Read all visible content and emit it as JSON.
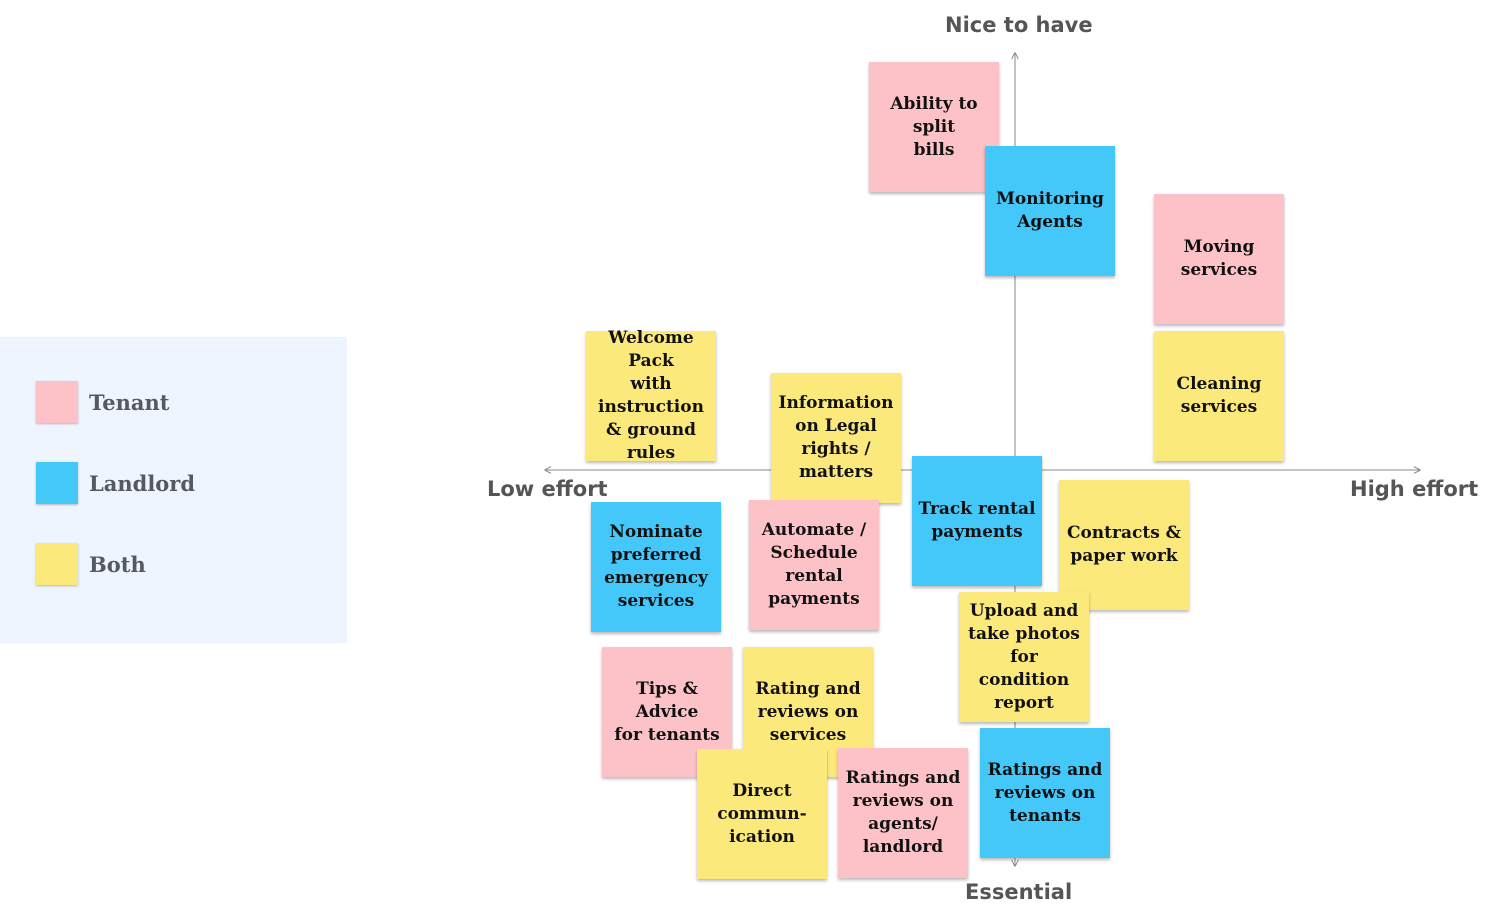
{
  "axes": {
    "top": "Nice to have",
    "bottom": "Essential",
    "left": "Low effort",
    "right": "High effort"
  },
  "colors": {
    "tenant": "#fdc2c7",
    "landlord": "#44c8f9",
    "both": "#fce97c",
    "legend_bg": "#eef5ff",
    "axis_line": "#888888"
  },
  "legend": {
    "items": [
      {
        "label": "Tenant",
        "category": "tenant"
      },
      {
        "label": "Landlord",
        "category": "landlord"
      },
      {
        "label": "Both",
        "category": "both"
      }
    ]
  },
  "notes": [
    {
      "text": "Ability to split\nbills",
      "category": "tenant"
    },
    {
      "text": "Monitoring\nAgents",
      "category": "landlord"
    },
    {
      "text": "Moving\nservices",
      "category": "tenant"
    },
    {
      "text": "Cleaning\nservices",
      "category": "both"
    },
    {
      "text": "Welcome Pack\nwith\ninstruction\n& ground\nrules",
      "category": "both"
    },
    {
      "text": "Information\non Legal\nrights /\nmatters",
      "category": "both"
    },
    {
      "text": "Track rental\npayments",
      "category": "landlord"
    },
    {
      "text": "Contracts &\npaper work",
      "category": "both"
    },
    {
      "text": "Nominate\npreferred\nemergency\nservices",
      "category": "landlord"
    },
    {
      "text": "Automate /\nSchedule\nrental\npayments",
      "category": "tenant"
    },
    {
      "text": "Upload and\ntake photos\nfor condition\nreport",
      "category": "both"
    },
    {
      "text": "Rating and\nreviews on\nservices",
      "category": "both"
    },
    {
      "text": "Tips & Advice\nfor tenants",
      "category": "tenant"
    },
    {
      "text": "Direct\ncommun-\nication",
      "category": "both"
    },
    {
      "text": "Ratings and\nreviews on\nagents/\nlandlord",
      "category": "tenant"
    },
    {
      "text": "Ratings and\nreviews on\ntenants",
      "category": "landlord"
    }
  ]
}
